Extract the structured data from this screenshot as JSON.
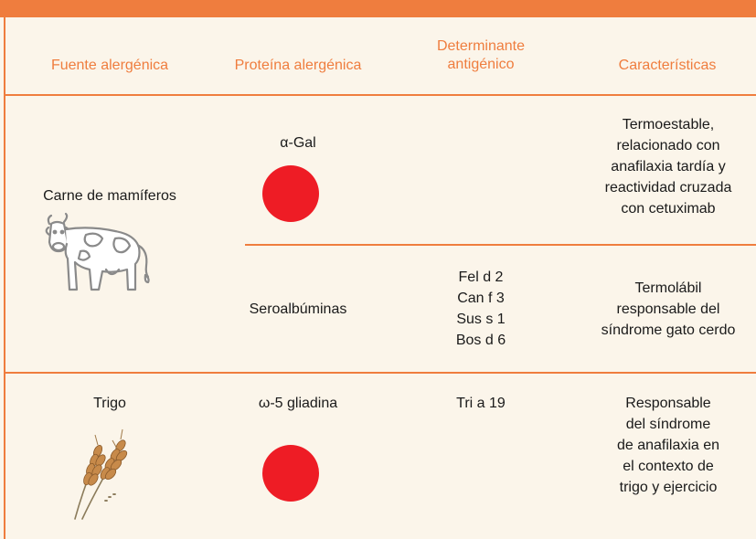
{
  "headers": {
    "source": "Fuente alergénica",
    "protein": "Proteína alergénica",
    "determinant_line1": "Determinante",
    "determinant_line2": "antigénico",
    "characteristics": "Características"
  },
  "rows": [
    {
      "source": "Carne de mamíferos",
      "icon": "cow-icon",
      "sub": [
        {
          "protein": "α-Gal",
          "marker_color": "#ee1c25",
          "characteristics": [
            "Termoestable,",
            "relacionado con",
            "anafilaxia tardía y",
            "reactividad cruzada",
            "con cetuximab"
          ]
        },
        {
          "protein": "Seroalbúminas",
          "determinants": [
            "Fel d 2",
            "Can f 3",
            "Sus s 1",
            "Bos d 6"
          ],
          "characteristics": [
            "Termolábil",
            "responsable del",
            "síndrome gato cerdo"
          ]
        }
      ]
    },
    {
      "source": "Trigo",
      "icon": "wheat-icon",
      "protein": "ω-5 gliadina",
      "marker_color": "#ee1c25",
      "determinant": "Tri a 19",
      "characteristics": [
        "Responsable",
        "del síndrome",
        "de anafilaxia en",
        "el contexto de",
        "trigo y ejercicio"
      ]
    }
  ],
  "colors": {
    "accent": "#ef7d3e",
    "marker": "#ee1c25",
    "background": "#fbf5ea"
  }
}
